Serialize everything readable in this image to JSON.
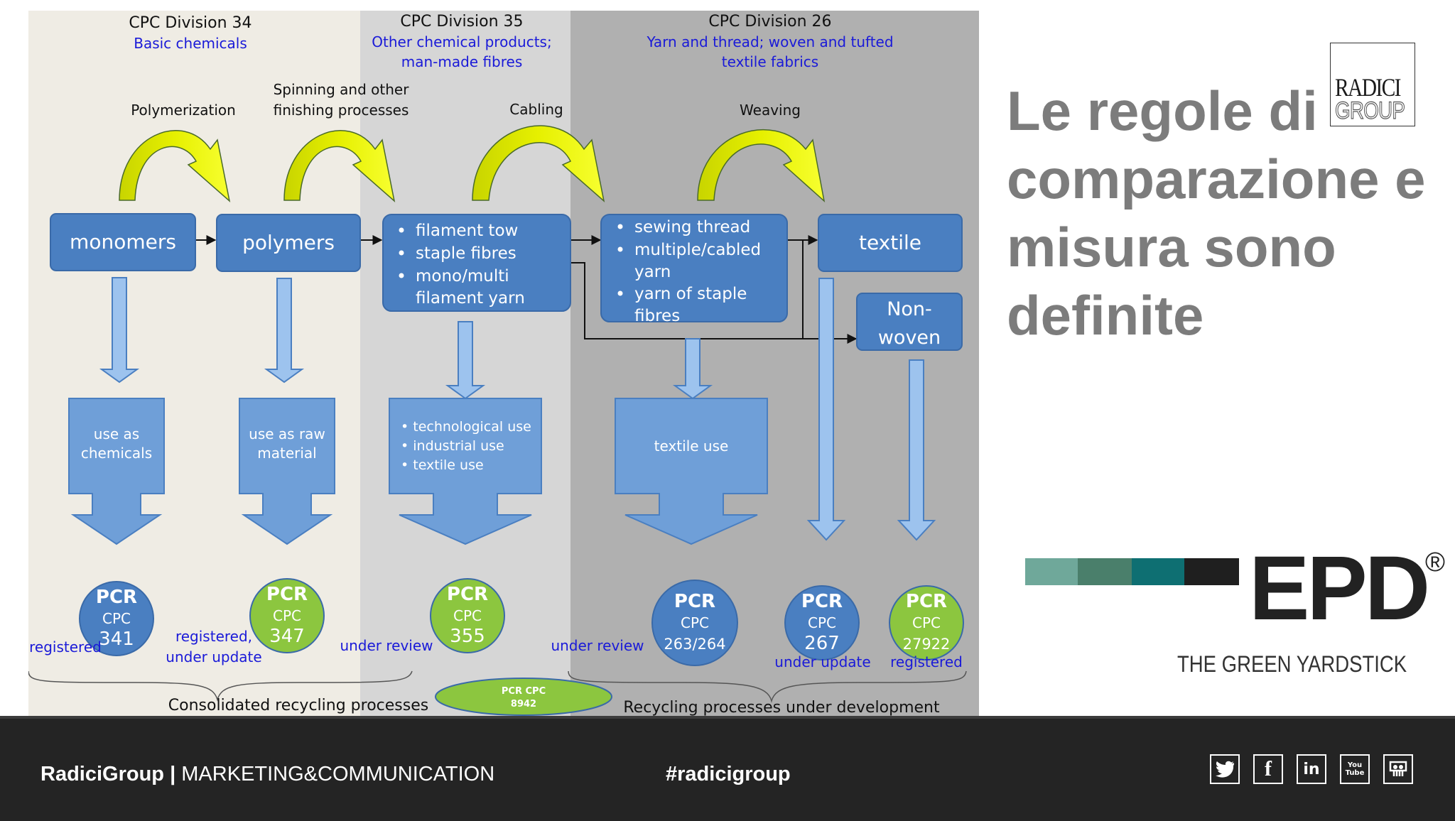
{
  "slide": {
    "title": "Le regole di comparazione e misura sono definite",
    "radici_logo": {
      "line1": "RADICI",
      "line2": "GROUP"
    },
    "epd_logo": {
      "word": "EPD",
      "registered": "®",
      "tagline": "THE GREEN YARDSTICK",
      "bar_colors": [
        "#6fa89a",
        "#4a7f6b",
        "#0e6f72",
        "#1f1f1f"
      ]
    }
  },
  "diagram": {
    "divisions": [
      {
        "title": "CPC Division 34",
        "subtitle_lines": [
          "Basic chemicals"
        ]
      },
      {
        "title": "CPC Division 35",
        "subtitle_lines": [
          "Other chemical products;",
          "man-made fibres"
        ]
      },
      {
        "title": "CPC Division 26",
        "subtitle_lines": [
          "Yarn and thread; woven and tufted",
          "textile fabrics"
        ]
      }
    ],
    "processes": [
      {
        "lines": [
          "Polymerization"
        ]
      },
      {
        "lines": [
          "Spinning and other",
          "finishing processes"
        ]
      },
      {
        "lines": [
          "Cabling"
        ]
      },
      {
        "lines": [
          "Weaving"
        ]
      }
    ],
    "boxes": {
      "monomers": "monomers",
      "polymers": "polymers",
      "filament": [
        "filament tow",
        "staple fibres",
        "mono/multi",
        "filament yarn"
      ],
      "sewing": [
        "sewing thread",
        "multiple/cabled",
        "yarn",
        "yarn of staple",
        "fibres"
      ],
      "textile": "textile",
      "nonwoven": [
        "Non-",
        "woven"
      ]
    },
    "uses": {
      "chemicals": [
        "use as",
        "chemicals"
      ],
      "raw": [
        "use as raw",
        "material"
      ],
      "tech": [
        "• technological use",
        "• industrial use",
        "• textile use"
      ],
      "textile_use": [
        "textile use"
      ]
    },
    "pcr": [
      {
        "label": "PCR",
        "cpc": "CPC",
        "code": "341",
        "status_lines": [
          "registered"
        ],
        "color": "#4a7fc1"
      },
      {
        "label": "PCR",
        "cpc": "CPC",
        "code": "347",
        "status_lines": [
          "registered,",
          "under update"
        ],
        "color": "#8cc63f"
      },
      {
        "label": "PCR",
        "cpc": "CPC",
        "code": "355",
        "status_lines": [
          "under review"
        ],
        "color": "#8cc63f"
      },
      {
        "label": "PCR",
        "cpc": "CPC",
        "code": "263/264",
        "status_lines": [
          "under review"
        ],
        "color": "#4a7fc1"
      },
      {
        "label": "PCR",
        "cpc": "CPC",
        "code": "267",
        "status_lines": [
          "under update"
        ],
        "color": "#4a7fc1"
      },
      {
        "label": "PCR",
        "cpc": "CPC",
        "code": "27922",
        "status_lines": [
          "registered"
        ],
        "color": "#8cc63f"
      }
    ],
    "recycling": {
      "consolidated": "Consolidated recycling processes",
      "development": "Recycling processes under development",
      "pcr_small_top": "PCR   CPC",
      "pcr_small_code": "8942"
    },
    "colors": {
      "box_fill": "#4a7fc1",
      "box_stroke": "#3a6aa8",
      "use_fill": "#6f9fd8",
      "arrow_fill": "#9dc3ee",
      "status_text": "#1a1ad8",
      "bg_div34": "#efece4",
      "bg_div35": "#d6d6d6",
      "bg_div26": "#b0b0b0"
    }
  },
  "footer": {
    "brand": "RadiciGroup",
    "separator": "|",
    "department": "MARKETING&COMMUNICATION",
    "hashtag": "#radicigroup",
    "social_icons": [
      {
        "name": "twitter-icon",
        "glyph": "🐦"
      },
      {
        "name": "facebook-icon",
        "glyph": "f"
      },
      {
        "name": "linkedin-icon",
        "glyph": "in"
      },
      {
        "name": "youtube-icon",
        "glyph": "You Tube"
      },
      {
        "name": "slideshare-icon",
        "glyph": "⧉"
      }
    ]
  }
}
